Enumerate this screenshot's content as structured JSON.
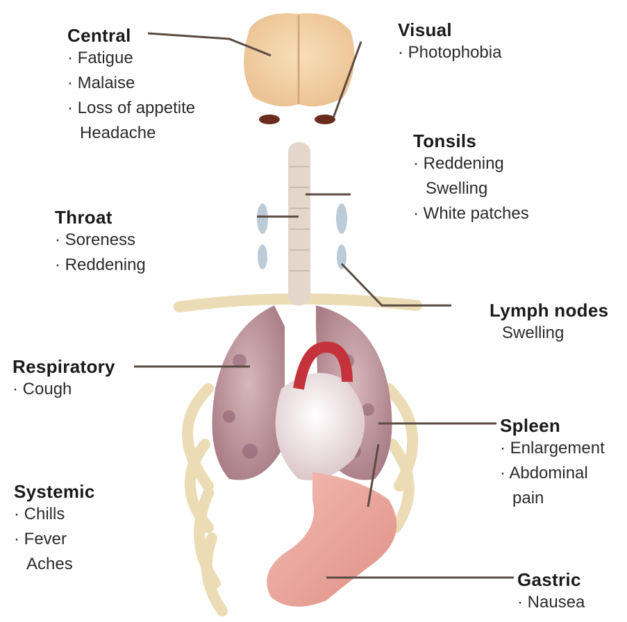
{
  "groups": {
    "central": {
      "title": "Central",
      "items": [
        "· Fatigue",
        "· Malaise",
        "· Loss of appetite",
        "Headache"
      ]
    },
    "visual": {
      "title": "Visual",
      "items": [
        "· Photophobia"
      ]
    },
    "tonsils": {
      "title": "Tonsils",
      "items": [
        "· Reddening",
        "Swelling",
        "· White patches"
      ]
    },
    "throat": {
      "title": "Throat",
      "items": [
        "· Soreness",
        "· Reddening"
      ]
    },
    "lymph": {
      "title": "Lymph nodes",
      "items": [
        "Swelling"
      ]
    },
    "respiratory": {
      "title": "Respiratory",
      "items": [
        "· Cough"
      ]
    },
    "spleen": {
      "title": "Spleen",
      "items": [
        "· Enlargement",
        "· Abdominal",
        "pain"
      ]
    },
    "systemic": {
      "title": "Systemic",
      "items": [
        "· Chills",
        "· Fever",
        "Aches"
      ]
    },
    "gastric": {
      "title": "Gastric",
      "items": [
        "· Nausea"
      ]
    }
  },
  "colors": {
    "leader_line": "#5a4a42",
    "brain": "#f2cfa0",
    "lung": "#c9a1a6",
    "heart": "#f1e2e4",
    "trachea": "#e4d6cb",
    "stomach": "#eeaca2",
    "rib": "#ecdcb6"
  }
}
